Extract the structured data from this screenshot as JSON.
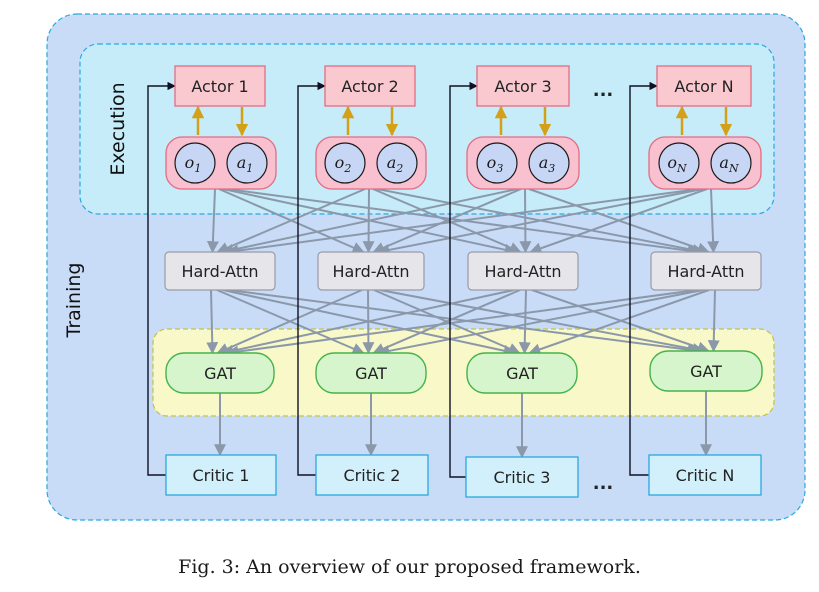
{
  "regions": {
    "training": "Training",
    "execution": "Execution"
  },
  "agents": [
    {
      "actor": "Actor 1",
      "obs_base": "o",
      "obs_sub": "1",
      "act_base": "a",
      "act_sub": "1",
      "hard_attn": "Hard-Attn",
      "gat": "GAT",
      "critic": "Critic 1"
    },
    {
      "actor": "Actor 2",
      "obs_base": "o",
      "obs_sub": "2",
      "act_base": "a",
      "act_sub": "2",
      "hard_attn": "Hard-Attn",
      "gat": "GAT",
      "critic": "Critic 2"
    },
    {
      "actor": "Actor 3",
      "obs_base": "o",
      "obs_sub": "3",
      "act_base": "a",
      "act_sub": "3",
      "hard_attn": "Hard-Attn",
      "gat": "GAT",
      "critic": "Critic 3"
    },
    {
      "actor": "Actor N",
      "obs_base": "o",
      "obs_sub": "N",
      "act_base": "a",
      "act_sub": "N",
      "hard_attn": "Hard-Attn",
      "gat": "GAT",
      "critic": "Critic N"
    }
  ],
  "ellipsis": "...",
  "caption": "Fig. 3: An overview of our proposed framework.",
  "colors": {
    "training_bg": "#c8dcf8",
    "training_border": "#29a9df",
    "execution_bg": "#c5ecf8",
    "gat_region_bg": "#f9f8c8",
    "gat_region_border": "#c8c23a",
    "actor_fill": "#f9c9cf",
    "actor_stroke": "#e26d82",
    "obs_fill": "#f9c0d0",
    "circle_fill": "#c8d6f5",
    "hard_attn_fill": "#e6e6ea",
    "hard_attn_stroke": "#9a9aa8",
    "gat_fill": "#d6f5cd",
    "gat_stroke": "#45b34a",
    "critic_fill": "#d2f0fb",
    "critic_stroke": "#29a9df",
    "arrow_gray": "#8b98aa",
    "arrow_gold": "#d4a017",
    "feedback_line": "#101020"
  }
}
